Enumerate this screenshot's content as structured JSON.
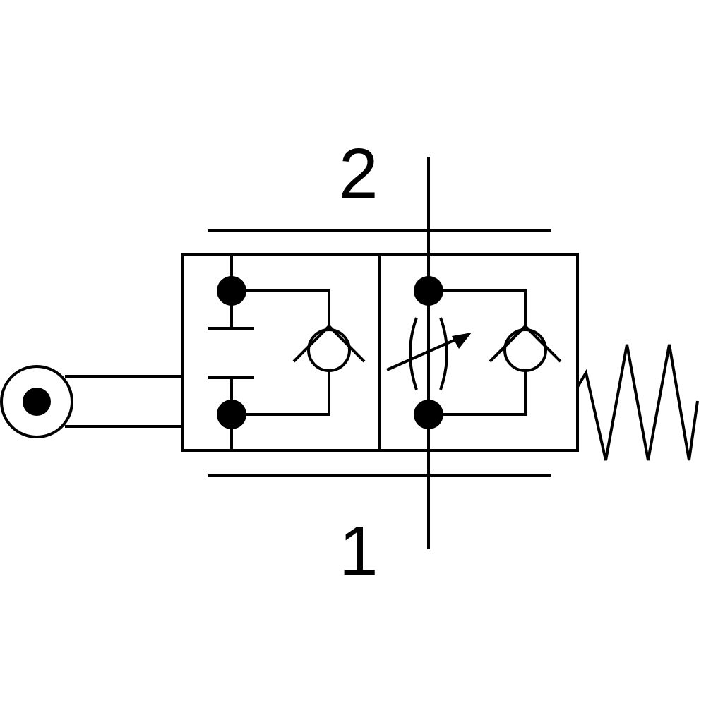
{
  "ports": {
    "top_label": "2",
    "bottom_label": "1"
  },
  "symbol": {
    "actuator": "roller-lever",
    "return": "spring",
    "positions": [
      {
        "id": "left",
        "content": "closed-with-check-valve"
      },
      {
        "id": "right",
        "content": "adjustable-throttle-with-check-valve"
      }
    ]
  },
  "colors": {
    "line": "#000000",
    "background": "#ffffff"
  }
}
